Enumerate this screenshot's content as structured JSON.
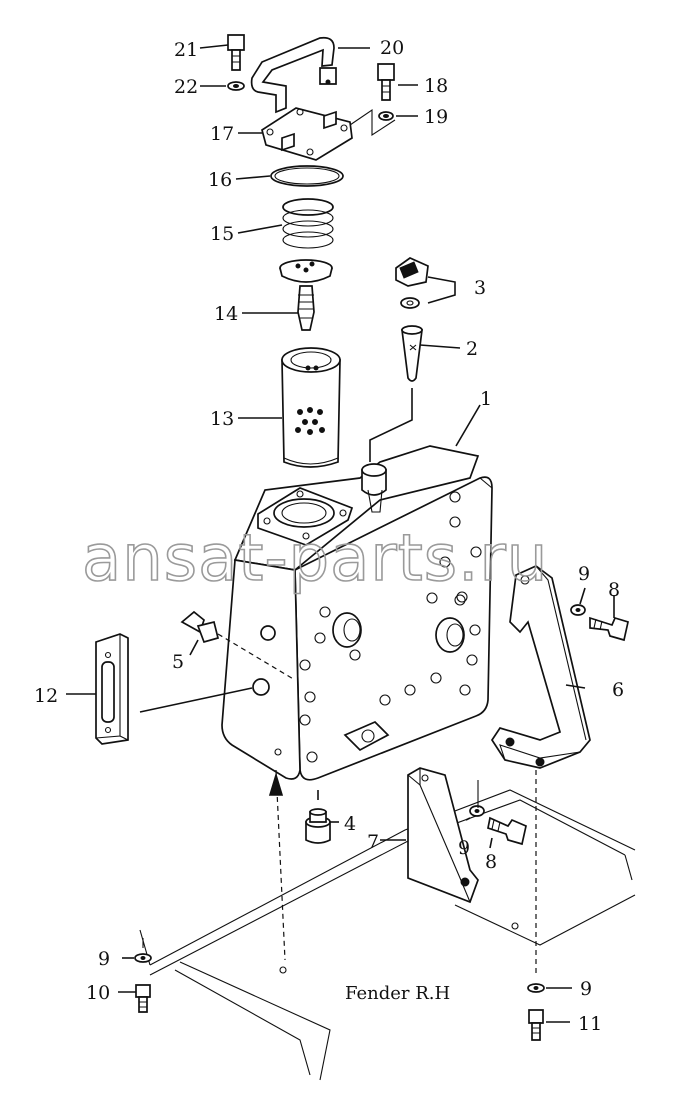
{
  "caption": "Fender R.H",
  "watermark": "ansat-parts.ru",
  "callouts": {
    "c1": "1",
    "c2": "2",
    "c3": "3",
    "c4": "4",
    "c5": "5",
    "c6": "6",
    "c7": "7",
    "c8a": "8",
    "c8b": "8",
    "c9a": "9",
    "c9b": "9",
    "c9c": "9",
    "c9d": "9",
    "c10": "10",
    "c11": "11",
    "c12": "12",
    "c13": "13",
    "c14": "14",
    "c15": "15",
    "c16": "16",
    "c17": "17",
    "c18": "18",
    "c19": "19",
    "c20": "20",
    "c21": "21",
    "c22": "22"
  }
}
